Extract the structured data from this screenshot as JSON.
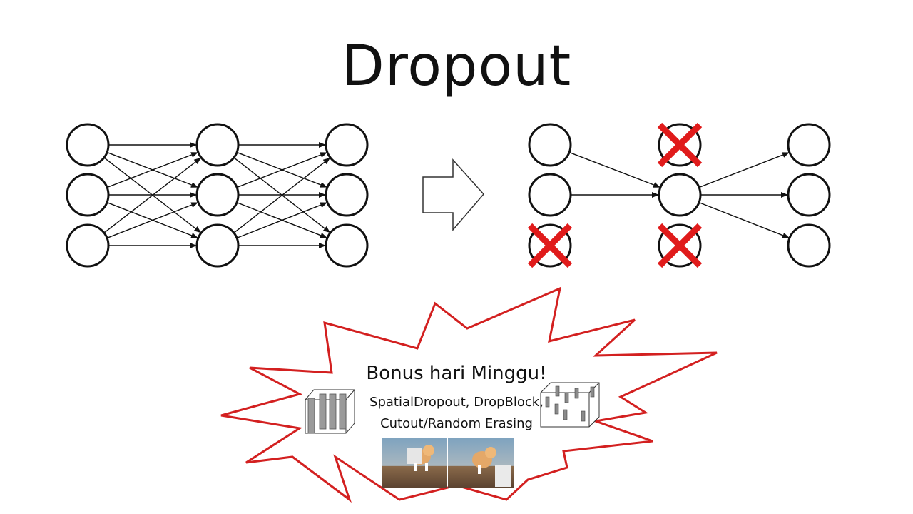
{
  "title": "Dropout",
  "colors": {
    "stroke": "#111111",
    "cross": "#e01b1b",
    "burst": "#d32020"
  },
  "icons": {
    "arrow": "right-outline-arrow-icon",
    "dropped": "red-x-cross-icon"
  },
  "networks": {
    "full": {
      "layers": [
        3,
        3,
        3
      ],
      "dropped": []
    },
    "dropout": {
      "layers": [
        3,
        3,
        3
      ],
      "dropped_nodes": [
        {
          "layer": 0,
          "index": 2
        },
        {
          "layer": 1,
          "index": 0
        },
        {
          "layer": 1,
          "index": 2
        }
      ]
    }
  },
  "callout": {
    "heading": "Bonus hari Minggu!",
    "line1": "SpatialDropout, DropBlock,",
    "line2": "Cutout/Random Erasing"
  }
}
